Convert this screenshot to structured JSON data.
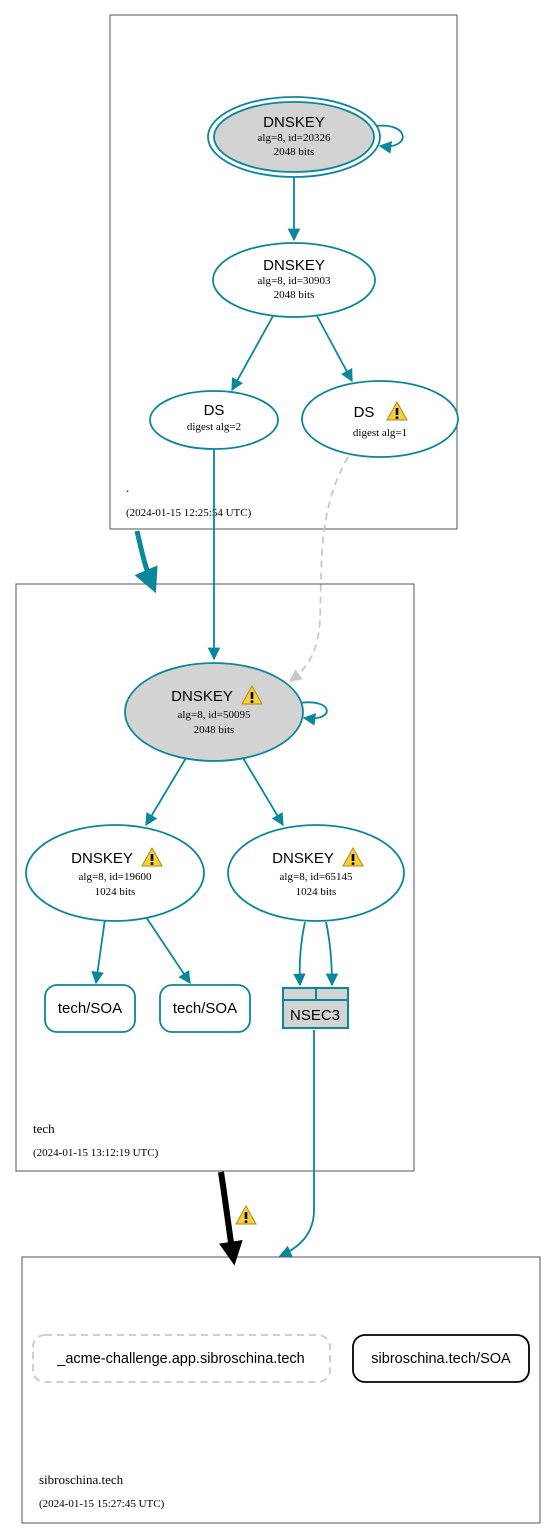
{
  "colors": {
    "edge": "#0a879a",
    "ksk_fill": "#d3d3d3",
    "warning_fill": "#f4d03f",
    "insecure_edge": "#c8c8c8",
    "delegation_black": "#000000",
    "zone_border": "#555555"
  },
  "zones": {
    "root": {
      "name": ".",
      "timestamp": "(2024-01-15 12:25:54 UTC)"
    },
    "tech": {
      "name": "tech",
      "timestamp": "(2024-01-15 13:12:19 UTC)"
    },
    "sibroschina": {
      "name": "sibroschina.tech",
      "timestamp": "(2024-01-15 15:27:45 UTC)"
    }
  },
  "nodes": {
    "root_ksk": {
      "title": "DNSKEY",
      "line1": "alg=8, id=20326",
      "line2": "2048 bits"
    },
    "root_zsk": {
      "title": "DNSKEY",
      "line1": "alg=8, id=30903",
      "line2": "2048 bits"
    },
    "ds_digest2": {
      "title": "DS",
      "line1": "digest alg=2"
    },
    "ds_digest1": {
      "title": "DS",
      "line1": "digest alg=1",
      "icon": "warning-icon"
    },
    "tech_ksk": {
      "title": "DNSKEY",
      "line1": "alg=8, id=50095",
      "line2": "2048 bits",
      "icon": "warning-icon"
    },
    "tech_zsk1": {
      "title": "DNSKEY",
      "line1": "alg=8, id=19600",
      "line2": "1024 bits",
      "icon": "warning-icon"
    },
    "tech_zsk2": {
      "title": "DNSKEY",
      "line1": "alg=8, id=65145",
      "line2": "1024 bits",
      "icon": "warning-icon"
    },
    "tech_soa_1": {
      "label": "tech/SOA"
    },
    "tech_soa_2": {
      "label": "tech/SOA"
    },
    "nsec3": {
      "label": "NSEC3"
    },
    "acme": {
      "label": "_acme-challenge.app.sibroschina.tech"
    },
    "sib_soa": {
      "label": "sibroschina.tech/SOA"
    }
  },
  "delegation_warning_icon": "warning-icon"
}
